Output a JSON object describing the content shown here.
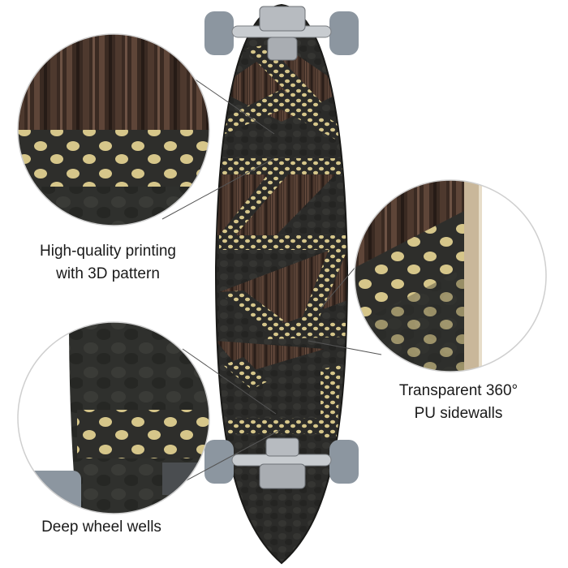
{
  "callouts": {
    "printing": {
      "line1": "High-quality printing",
      "line2": "with 3D pattern"
    },
    "sidewalls": {
      "line1": "Transparent 360°",
      "line2": "PU sidewalls"
    },
    "wells": {
      "line1": "Deep wheel wells"
    }
  },
  "colors": {
    "deck_dark": "#2a2a28",
    "wood_dark": "#3a2a22",
    "wood_light": "#5a4034",
    "dot_gold": "#d6c68a",
    "wheel_gray": "#8c96a0",
    "truck_silver": "#c8ccd0",
    "leader_line": "#555555"
  }
}
